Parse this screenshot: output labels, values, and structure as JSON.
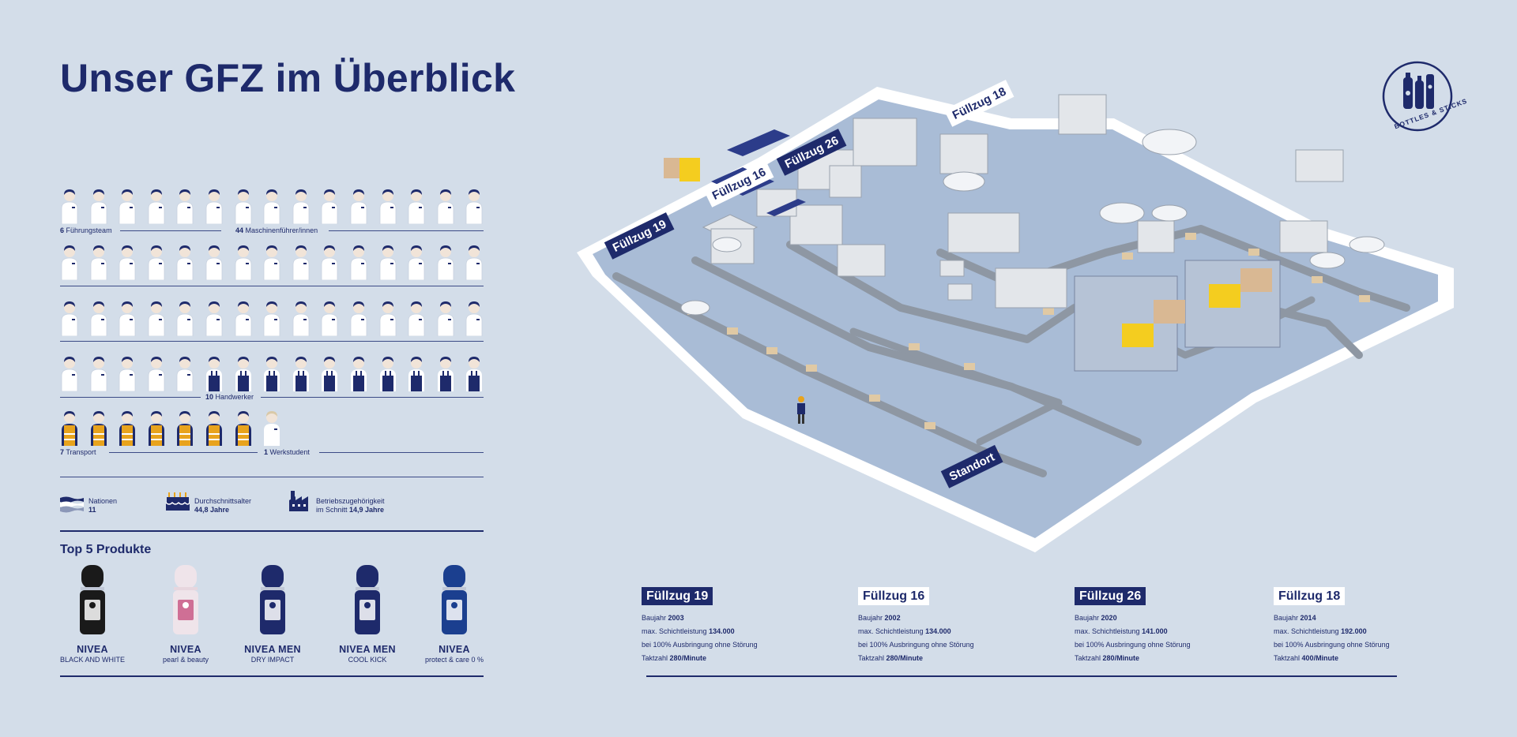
{
  "title": "Unser GFZ im Überblick",
  "staff": {
    "fuehrung_count": "6",
    "fuehrung_label": "Führungsteam",
    "maschinen_count": "44",
    "maschinen_label": "Maschinenführer/innen",
    "handwerker_count": "10",
    "handwerker_label": "Handwerker",
    "transport_count": "7",
    "transport_label": "Transport",
    "werkstudent_count": "1",
    "werkstudent_label": "Werkstudent"
  },
  "stats": {
    "nationen_label": "Nationen",
    "nationen_value": "11",
    "alter_label": "Durchschnittsalter",
    "alter_value": "44,8 Jahre",
    "zugehoerigkeit_label": "Betriebszugehörigkeit",
    "zugehoerigkeit_prefix": "im Schnitt",
    "zugehoerigkeit_value": "14,9 Jahre"
  },
  "top5": {
    "title": "Top 5 Produkte",
    "products": [
      {
        "brand": "NIVEA",
        "variant": "BLACK AND WHITE",
        "color": "#1a1a1a"
      },
      {
        "brand": "NIVEA",
        "variant": "pearl & beauty",
        "color": "#efe4ea"
      },
      {
        "brand": "NIVEA MEN",
        "variant": "DRY IMPACT",
        "color": "#1e2a6b"
      },
      {
        "brand": "NIVEA MEN",
        "variant": "COOL KICK",
        "color": "#1e2a6b"
      },
      {
        "brand": "NIVEA",
        "variant": "protect & care 0 %",
        "color": "#1b3f8f"
      }
    ]
  },
  "map": {
    "tag_19": "Füllzug 19",
    "tag_16": "Füllzug 16",
    "tag_26": "Füllzug 26",
    "tag_18": "Füllzug 18",
    "tag_standort": "Standort"
  },
  "logo": {
    "text_bottles": "BOTTLES",
    "text_amp": "&",
    "text_sticks": "STICKS"
  },
  "specs": [
    {
      "title": "Füllzug 19",
      "baujahr_label": "Baujahr",
      "baujahr": "2003",
      "leistung_label": "max. Schichtleistung",
      "leistung": "134.000",
      "bedingung": "bei 100% Ausbringung ohne Störung",
      "takt_label": "Taktzahl",
      "takt": "280/Minute"
    },
    {
      "title": "Füllzug 16",
      "baujahr_label": "Baujahr",
      "baujahr": "2002",
      "leistung_label": "max. Schichtleistung",
      "leistung": "134.000",
      "bedingung": "bei 100% Ausbringung ohne Störung",
      "takt_label": "Taktzahl",
      "takt": "280/Minute"
    },
    {
      "title": "Füllzug 26",
      "baujahr_label": "Baujahr",
      "baujahr": "2020",
      "leistung_label": "max. Schichtleistung",
      "leistung": "141.000",
      "bedingung": "bei 100% Ausbringung ohne Störung",
      "takt_label": "Taktzahl",
      "takt": "280/Minute"
    },
    {
      "title": "Füllzug 18",
      "baujahr_label": "Baujahr",
      "baujahr": "2014",
      "leistung_label": "max. Schichtleistung",
      "leistung": "192.000",
      "bedingung": "bei 100% Ausbringung ohne Störung",
      "takt_label": "Taktzahl",
      "takt": "400/Minute"
    }
  ],
  "colors": {
    "navy": "#1e2a6b",
    "background": "#d3dde9",
    "floor": "#a9bcd6",
    "vest": "#e8a31d"
  }
}
